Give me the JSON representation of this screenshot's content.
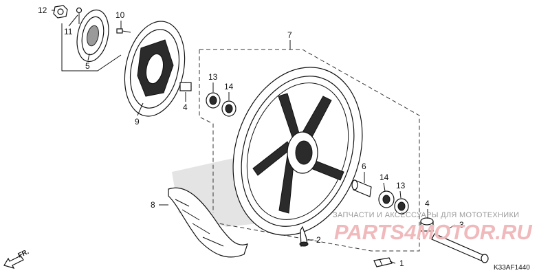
{
  "callouts": {
    "c1": "1",
    "c2": "2",
    "c3": "3",
    "c4a": "4",
    "c4b": "4",
    "c5": "5",
    "c6": "6",
    "c7": "7",
    "c8": "8",
    "c9": "9",
    "c10": "10",
    "c11": "11",
    "c12": "12",
    "c13a": "13",
    "c13b": "13",
    "c14a": "14",
    "c14b": "14"
  },
  "direction_label": "FR.",
  "diagram_code": "K33AF1440",
  "watermark": {
    "caption": "ЗАПЧАСТИ И АКСЕССУАРЫ ДЛЯ МОТОТЕХНИКИ",
    "logo_text": "PARTS4MOTOR.RU"
  }
}
